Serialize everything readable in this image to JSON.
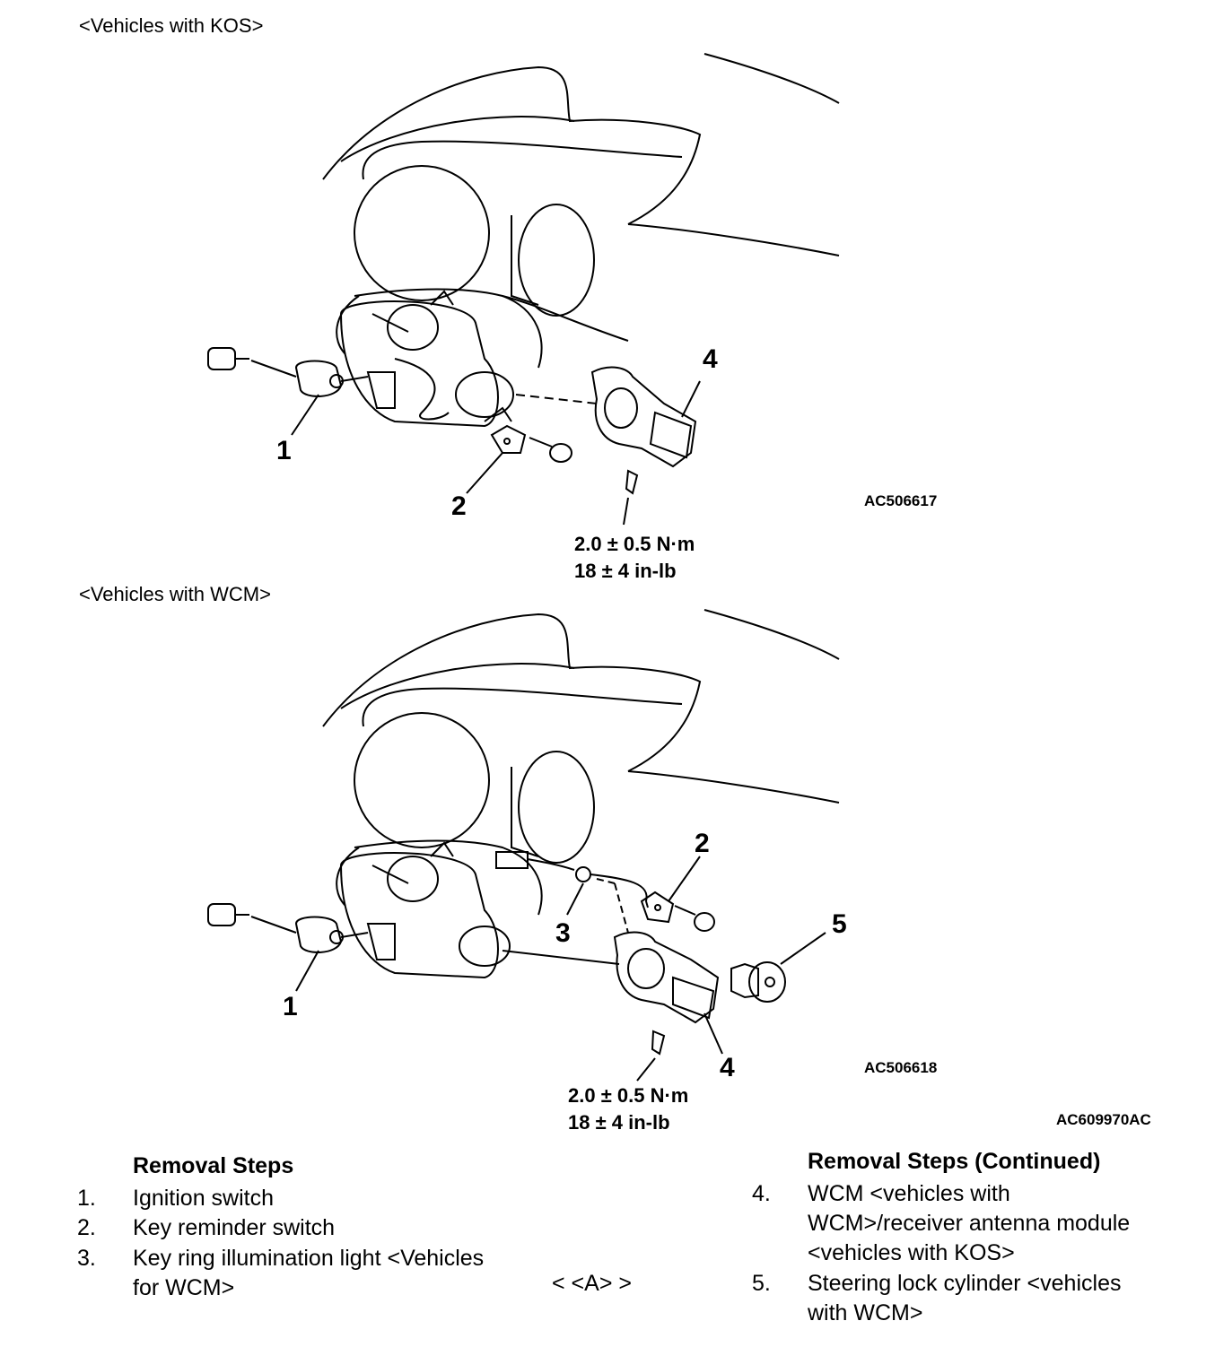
{
  "diagram_kos": {
    "heading": "<Vehicles with KOS>",
    "callouts": [
      "1",
      "2",
      "4"
    ],
    "figure_id": "AC506617",
    "torque_line1": "2.0 ± 0.5 N·m",
    "torque_line2": "18 ± 4 in-lb"
  },
  "diagram_wcm": {
    "heading": "<Vehicles with WCM>",
    "callouts": [
      "1",
      "2",
      "3",
      "4",
      "5"
    ],
    "figure_id": "AC506618",
    "torque_line1": "2.0 ± 0.5 N·m",
    "torque_line2": "18 ± 4 in-lb"
  },
  "page_figure_id": "AC609970AC",
  "removal_steps": {
    "title": "Removal Steps",
    "items": [
      {
        "num": "1.",
        "text": "Ignition switch"
      },
      {
        "num": "2.",
        "text": "Key reminder switch"
      },
      {
        "num": "3.",
        "text": "Key ring illumination light <Vehicles",
        "text2": "for WCM>"
      }
    ]
  },
  "service_point": "< <A> >",
  "removal_steps_continued": {
    "title": "Removal Steps (Continued)",
    "items": [
      {
        "num": "4.",
        "text": "WCM <vehicles with",
        "text2": "WCM>/receiver antenna module",
        "text3": "<vehicles with KOS>"
      },
      {
        "num": "5.",
        "text": "Steering lock cylinder <vehicles",
        "text2": "with WCM>"
      }
    ]
  }
}
